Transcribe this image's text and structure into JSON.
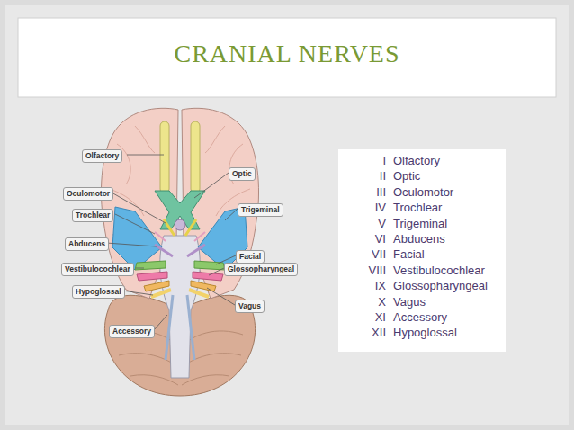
{
  "diagram": {
    "title": "CRANIAL NERVES",
    "nodes": [
      {
        "text": [
          "Olfactory"
        ]
      },
      {
        "text": [
          "Optic"
        ]
      },
      {
        "text": [
          "Oculomotor"
        ]
      },
      {
        "text": [
          "Trochlear"
        ]
      },
      {
        "text": [
          "Trigeminal"
        ]
      },
      {
        "text": [
          "Abducens"
        ]
      },
      {
        "text": [
          "Facial"
        ]
      },
      {
        "text": [
          "Vestibulocochlear"
        ]
      },
      {
        "text": [
          "Glossopharyngeal"
        ]
      },
      {
        "text": [
          "Hypoglossal"
        ]
      },
      {
        "text": [
          "Vagus"
        ]
      },
      {
        "text": [
          "Accessory"
        ]
      }
    ],
    "labels": [
      "I",
      "Olfactory",
      "II",
      "Optic",
      "III",
      "Oculomotor",
      "IV",
      "Trochlear",
      "V",
      "Trigeminal",
      "VI",
      "Abducens",
      "VII",
      "Facial",
      "VIII",
      "Vestibulocochlear",
      "IX",
      "Glossopharyngeal",
      "X",
      "Vagus",
      "XI",
      "Accessory",
      "XII",
      "Hypoglossal"
    ]
  }
}
